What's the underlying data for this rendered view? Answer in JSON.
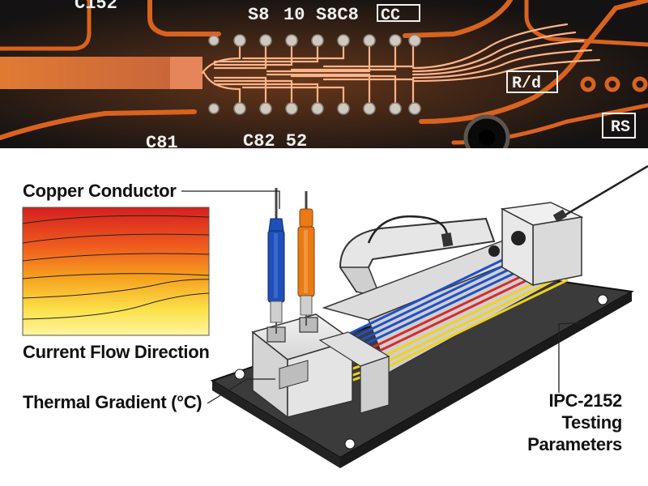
{
  "labels": {
    "copper_conductor": "Copper Conductor",
    "current_flow": "Current Flow Direction",
    "thermal_gradient": "Thermal Gradient (°C)",
    "ipc_line1": "IPC-2152",
    "ipc_line2": "Testing",
    "ipc_line3": "Parameters"
  },
  "silkscreen": {
    "ref_top_left": "C152",
    "ref_top_1": "S8",
    "ref_top_2": "10",
    "ref_top_3": "S8C8",
    "ref_top_4": "CC",
    "ref_bottom_1": "C82 52",
    "ref_bottom_2": "C81",
    "ref_rd": "R/d",
    "ref_rs": "RS"
  },
  "colors": {
    "pcb_board": "#141212",
    "copper_trace": "#d9631e",
    "heat_hot": "#d61f1f",
    "heat_cool": "#fff5a0",
    "probe_blue": "#1f4fb8",
    "probe_orange": "#ea7a16",
    "base_plate": "#3b3b3b"
  }
}
